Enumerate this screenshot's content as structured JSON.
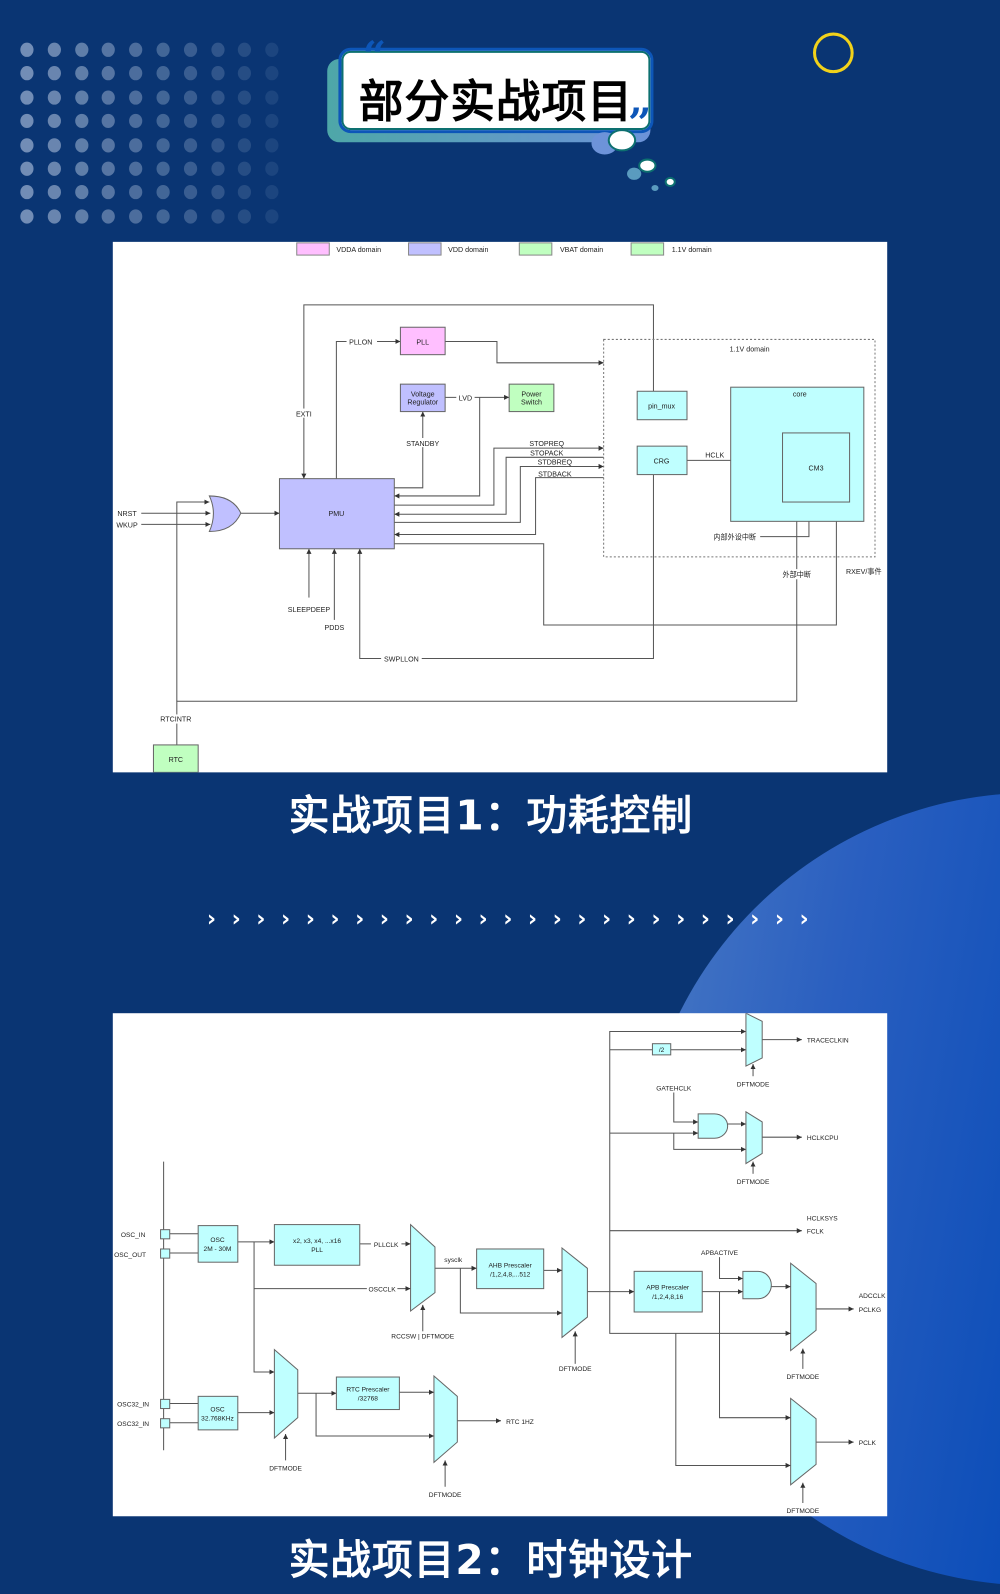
{
  "header": {
    "title": "部分实战项目",
    "open_quote": "“",
    "close_quote": "”"
  },
  "colors": {
    "background": "#0a3573",
    "accent_ring": "#f2d21a",
    "vdda": "#ffbfff",
    "vdd": "#c0c0ff",
    "vbat": "#c0ffc0",
    "core": "#bfffff"
  },
  "project1": {
    "caption": "实战项目1：功耗控制",
    "legend": [
      "VDDA domain",
      "VDD domain",
      "VBAT domain",
      "1.1V domain"
    ],
    "blocks": {
      "pll": "PLL",
      "vr1": "Voltage",
      "vr2": "Regulator",
      "ps1": "Power",
      "ps2": "Switch",
      "pmu": "PMU",
      "pin_mux": "pin_mux",
      "crg": "CRG",
      "core": "core",
      "cm3": "CM3",
      "rtc": "RTC",
      "domain": "1.1V domain"
    },
    "signals": {
      "exti": "EXTI",
      "pllon": "PLLON",
      "lvd": "LVD",
      "standby": "STANDBY",
      "stopreq": "STOPREQ",
      "stopack": "STOPACK",
      "stdbreq": "STDBREQ",
      "stdback": "STDBACK",
      "hclk": "HCLK",
      "internal_irq": "内部外设中断",
      "external_irq": "外部中断",
      "rxev": "RXEV/事件",
      "nrst": "NRST",
      "wkup": "WKUP",
      "sleepdeep": "SLEEPDEEP",
      "pdds": "PDDS",
      "swpllon": "SWPLLON",
      "rtcintr": "RTCINTR"
    }
  },
  "chevron_count": 25,
  "project2": {
    "caption": "实战项目2：时钟设计",
    "blocks": {
      "osc1a": "OSC",
      "osc1b": "2M - 30M",
      "pll1": "x2, x3, x4, ...x16",
      "pll2": "PLL",
      "ahb1": "AHB Prescaler",
      "ahb2": "/1,2,4,8,...512",
      "apb1": "APB Prescaler",
      "apb2": "/1,2,4,8,16",
      "osc2a": "OSC",
      "osc2b": "32.768KHz",
      "rtc1": "RTC Prescaler",
      "rtc2": "/32768",
      "div2": "/2"
    },
    "signals": {
      "osc_in": "OSC_IN",
      "osc_out": "OSC_OUT",
      "osc32_in_1": "OSC32_IN",
      "osc32_in_2": "OSC32_IN",
      "pllclk": "PLLCLK",
      "oscclk": "OSCCLK",
      "sysclk": "sysclk",
      "rccsw": "RCCSW | DFTMODE",
      "dft1": "DFTMODE",
      "dft2": "DFTMODE",
      "dft3": "DFTMODE",
      "dft4": "DFTMODE",
      "dft5": "DFTMODE",
      "dft6": "DFTMODE",
      "dft7": "DFTMODE",
      "traceclkin": "TRACECLKIN",
      "gatehclk": "GATEHCLK",
      "hclkcpu": "HCLKCPU",
      "hclksys": "HCLKSYS",
      "fclk": "FCLK",
      "apbactive": "APBACTIVE",
      "adcclk": "ADCCLK",
      "pclkg": "PCLKG",
      "pclk": "PCLK",
      "rtc1hz": "RTC 1HZ"
    }
  }
}
